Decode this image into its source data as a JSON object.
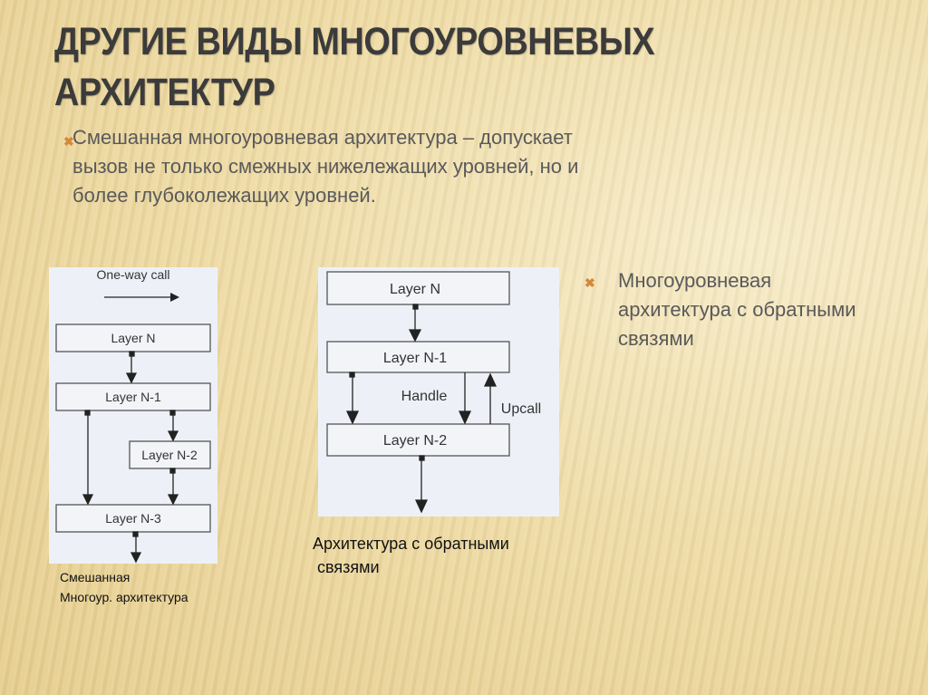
{
  "title": "ДРУГИЕ ВИДЫ МНОГОУРОВНЕВЫХ АРХИТЕКТУР",
  "bullet_icon": "x-mark-icon",
  "accent_color": "#d4883a",
  "bullets": [
    {
      "text": "Смешанная многоуровневая архитектура – допускает вызов не только смежных нижележащих уровней, но и более глубоколежащих уровней."
    },
    {
      "text": "Многоуровневая архитектура с обратными связями"
    }
  ],
  "diagram_mixed": {
    "legend": "One-way call",
    "layers": [
      "Layer N",
      "Layer N-1",
      "Layer N-2",
      "Layer N-3"
    ],
    "caption_line1": "Смешанная",
    "caption_line2": "Многоур. архитектура"
  },
  "diagram_feedback": {
    "layers": [
      "Layer N",
      "Layer N-1",
      "Layer N-2"
    ],
    "handle": "Handle",
    "upcall": "Upcall",
    "caption_line1": "Архитектура с обратными",
    "caption_line2": "связями"
  }
}
